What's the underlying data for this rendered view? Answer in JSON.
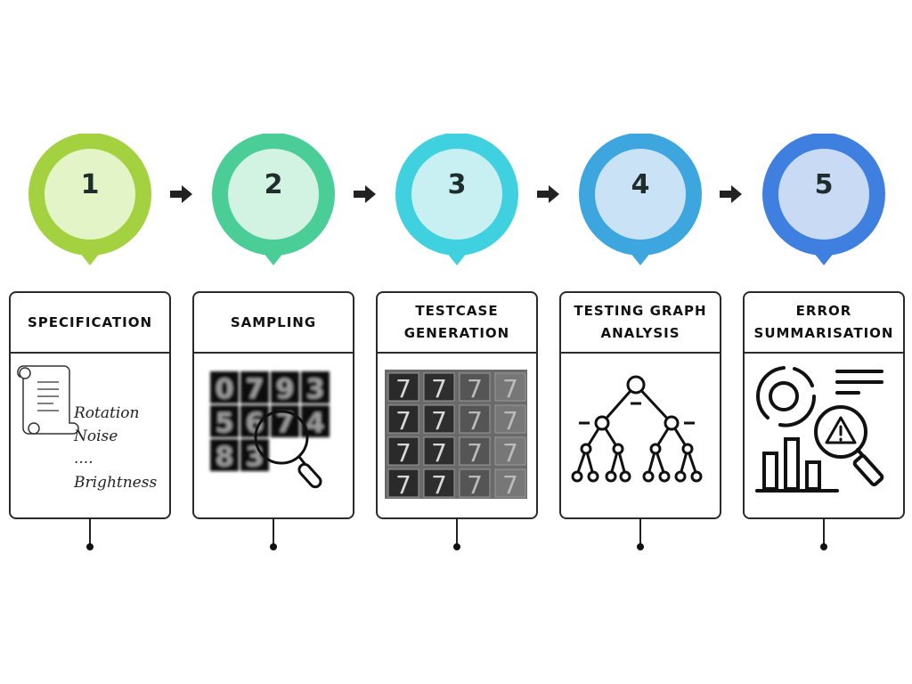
{
  "steps": [
    {
      "number": "1",
      "title": "SPECIFICATION",
      "color": "#a3d13f",
      "inner": "#e3f4c7",
      "spec_items": [
        "Rotation",
        "Noise",
        "....",
        "Brightness"
      ]
    },
    {
      "number": "2",
      "title": "SAMPLING",
      "color": "#4bcd98",
      "inner": "#d2f2e2",
      "digits": [
        "0",
        "7",
        "9",
        "3",
        "5",
        "6",
        "7",
        "4",
        "8",
        "3"
      ]
    },
    {
      "number": "3",
      "title": "TESTCASE\nGENERATION",
      "color": "#3fd1df",
      "inner": "#c8f0f3",
      "grid_digit": "7"
    },
    {
      "number": "4",
      "title": "TESTING GRAPH\nANALYSIS",
      "color": "#3ea6df",
      "inner": "#c9e2f6"
    },
    {
      "number": "5",
      "title": "ERROR\nSUMMARISATION",
      "color": "#3f7fdf",
      "inner": "#c9daf5"
    }
  ],
  "icons": {
    "step1": "scroll-icon",
    "step2": "magnifier-icon",
    "step3": "digit-grid-image",
    "step4": "tree-graph-icon",
    "step5": "error-analysis-icon",
    "arrow": "right-arrow-icon"
  }
}
